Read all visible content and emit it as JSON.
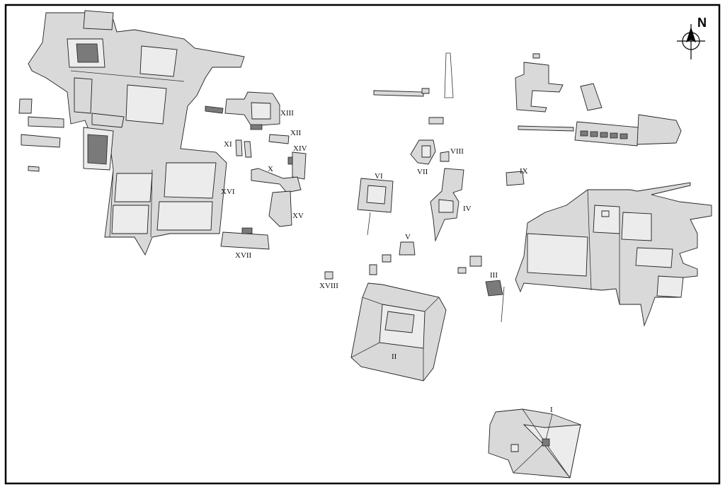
{
  "map": {
    "compass_label": "N",
    "structures": {
      "I": "I",
      "II": "II",
      "III": "III",
      "IV": "IV",
      "V": "V",
      "VI": "VI",
      "VII": "VII",
      "VIII": "VIII",
      "IX": "IX",
      "X": "X",
      "XI": "XI",
      "XII": "XII",
      "XIII": "XIII",
      "XIV": "XIV",
      "XV": "XV",
      "XVI": "XVI",
      "XVII": "XVII",
      "XVIII": "XVIII"
    }
  },
  "colors": {
    "building_fill": "#d9d9d9",
    "outline": "#222222",
    "frame": "#000000",
    "background": "#ffffff"
  }
}
